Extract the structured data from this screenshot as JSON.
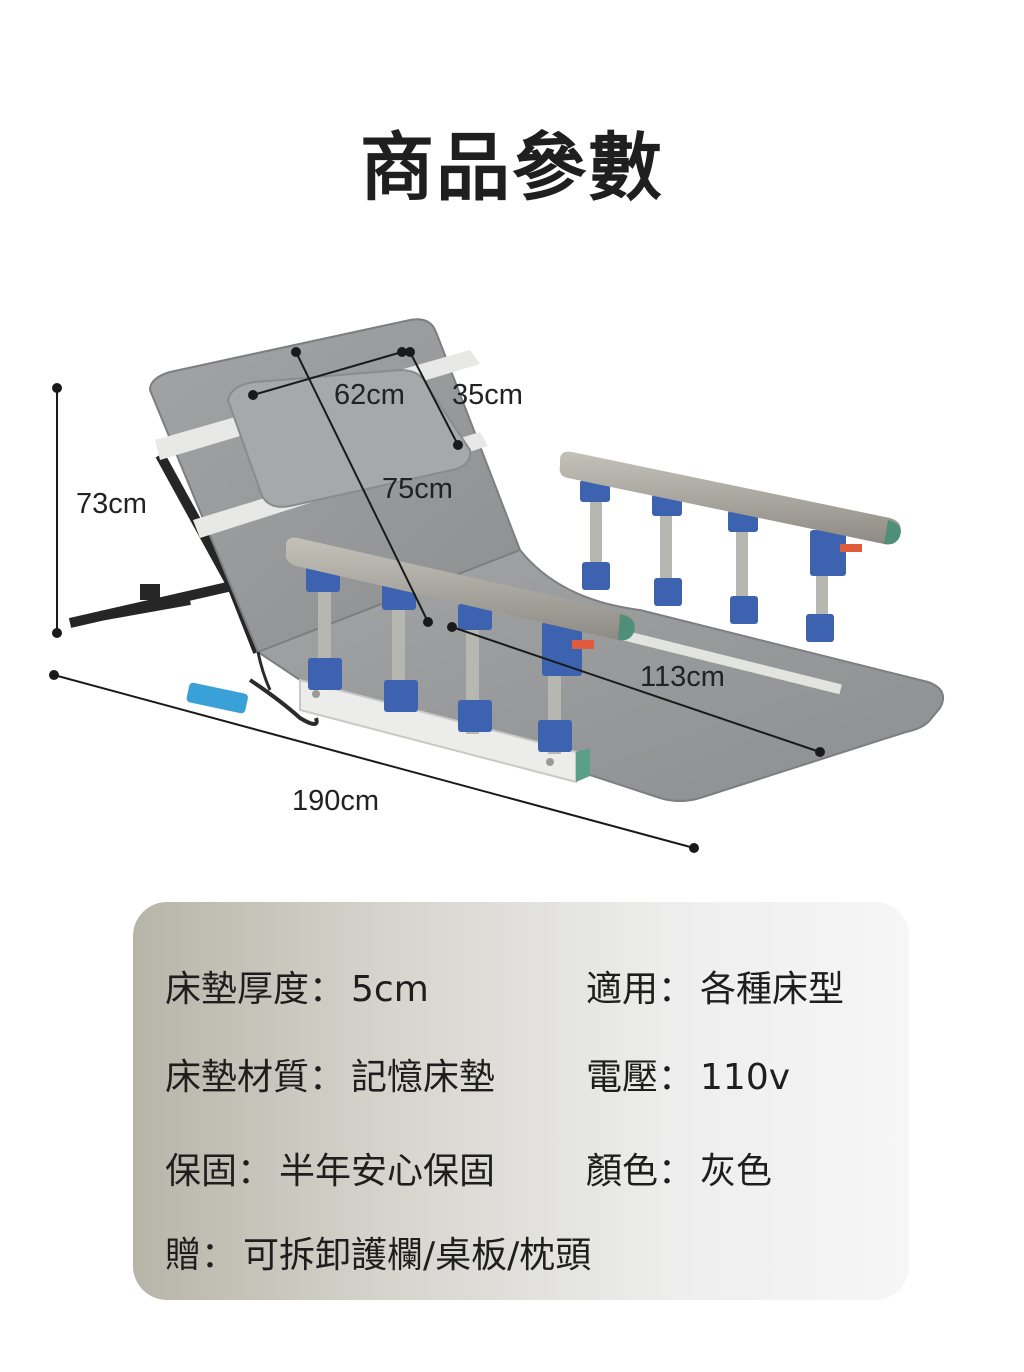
{
  "title": "商品參數",
  "dimensions": {
    "height": "73cm",
    "pillow_width": "62cm",
    "pillow_height": "35cm",
    "backrest_length": "75cm",
    "seat_length": "113cm",
    "total_length": "190cm"
  },
  "specs": [
    {
      "label": "床墊厚度",
      "value": "5cm"
    },
    {
      "label": "適用",
      "value": "各種床型"
    },
    {
      "label": "床墊材質",
      "value": "記憶床墊"
    },
    {
      "label": "電壓",
      "value": "110v"
    },
    {
      "label": "保固",
      "value": "半年安心保固"
    },
    {
      "label": "顏色",
      "value": "灰色"
    },
    {
      "label": "贈",
      "value": "可拆卸護欄/桌板/枕頭"
    }
  ],
  "colors": {
    "mattress": "#9a9b9c",
    "rail": "#a8a69e",
    "bracket": "#3d63b0",
    "frame": "#2a2a2a"
  }
}
